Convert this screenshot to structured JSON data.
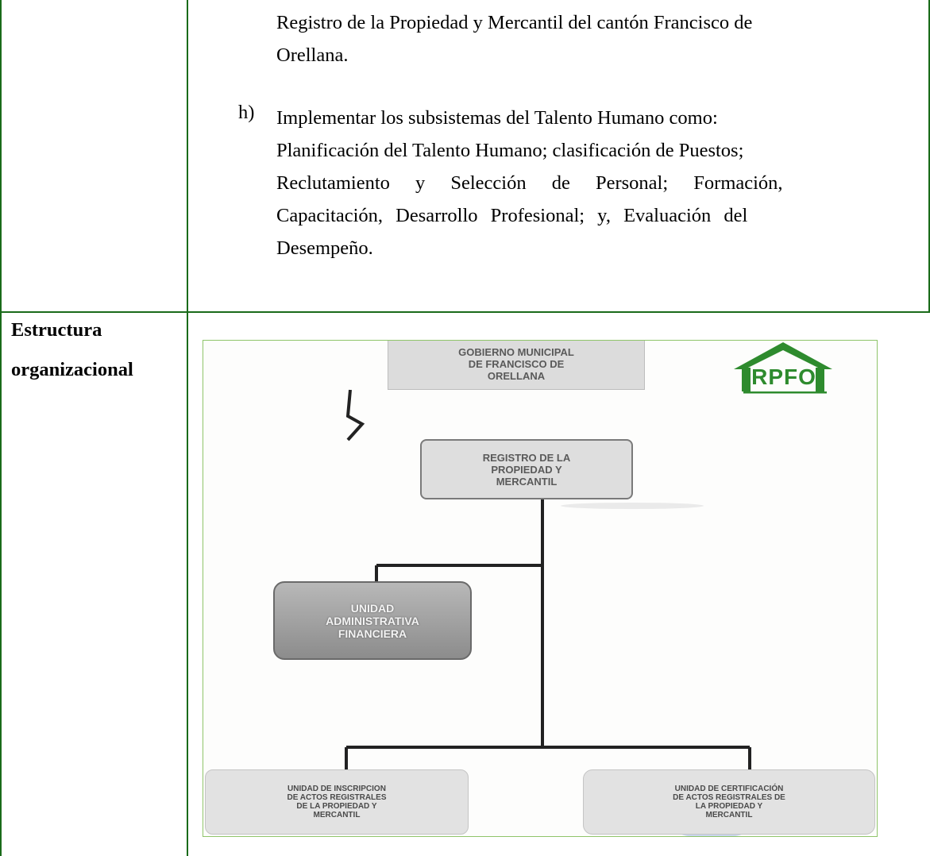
{
  "doc": {
    "para_top_1": "Registro de la Propiedad y Mercantil del cantón Francisco de",
    "para_top_2": "Orellana.",
    "item_h_marker": "h)",
    "item_h_lines": [
      "Implementar los subsistemas del Talento Humano como:",
      "Planificación del Talento Humano; clasificación de Puestos;",
      "Reclutamiento y Selección de Personal; Formación,",
      "Capacitación, Desarrollo Profesional; y, Evaluación del",
      "Desempeño."
    ],
    "label_line_1": "Estructura",
    "label_line_2": "organizacional"
  },
  "org_chart": {
    "top": "GOBIERNO MUNICIPAL\nDE FRANCISCO DE\nORELLANA",
    "registro": "REGISTRO DE LA\nPROPIEDAD Y\nMERCANTIL",
    "admin": "UNIDAD\nADMINISTRATIVA\nFINANCIERA",
    "inscripcion": "UNIDAD DE INSCRIPCION\nDE ACTOS REGISTRALES\nDE LA PROPIEDAD Y\nMERCANTIL",
    "certificacion": "UNIDAD DE CERTIFICACIÓN\nDE ACTOS REGISTRALES DE\nLA PROPIEDAD Y\nMERCANTIL"
  },
  "logo": {
    "text": "RPFO",
    "color": "#2e8b2e"
  }
}
